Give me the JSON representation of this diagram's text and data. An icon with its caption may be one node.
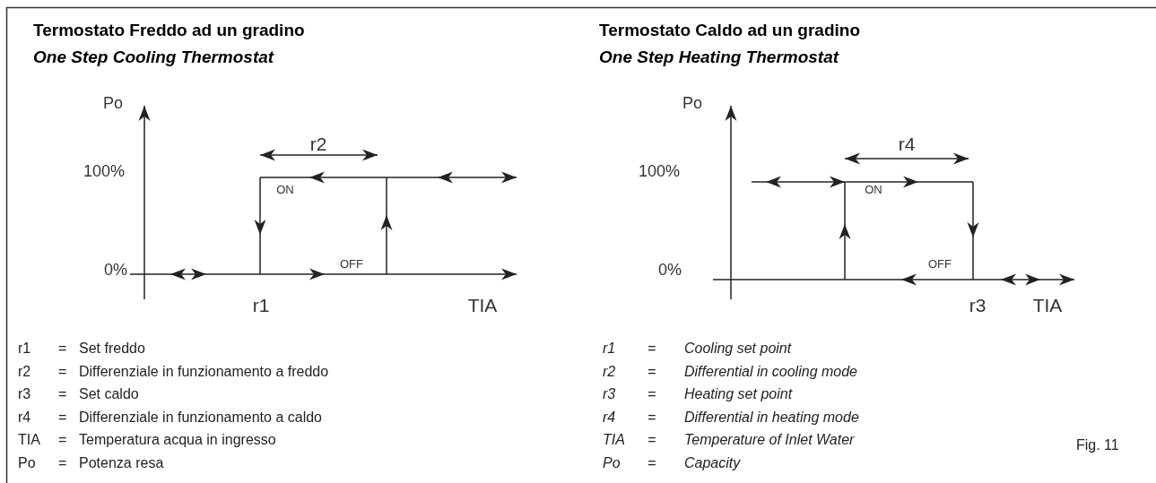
{
  "diagram": {
    "labels": [
      "Termostato Freddo ad un gradino",
      "One Step Cooling Thermostat",
      "Po",
      "100%",
      "r2",
      "ON",
      "0%",
      "OFF",
      "r1",
      "TIA",
      "Termostato Caldo ad un gradino",
      "One Step Heating Thermostat",
      "Po",
      "100%",
      "r4",
      "ON",
      "0%",
      "OFF",
      "r3",
      "TIA",
      "r1",
      "=",
      "Set freddo",
      "r2",
      "=",
      "Differenziale in funzionamento a freddo",
      "r3",
      "=",
      "Set caldo",
      "r4",
      "=",
      "Differenziale in funzionamento a caldo",
      "TIA",
      "=",
      "Temperatura acqua in ingresso",
      "Po",
      "=",
      "Potenza resa",
      "r1",
      "=",
      "Cooling set point",
      "r2",
      "=",
      "Differential in cooling mode",
      "r3",
      "=",
      "Heating set point",
      "r4",
      "=",
      "Differential in heating mode",
      "TIA",
      "=",
      "Temperature of Inlet Water",
      "Po",
      "=",
      "Capacity",
      "Fig. 11"
    ]
  }
}
